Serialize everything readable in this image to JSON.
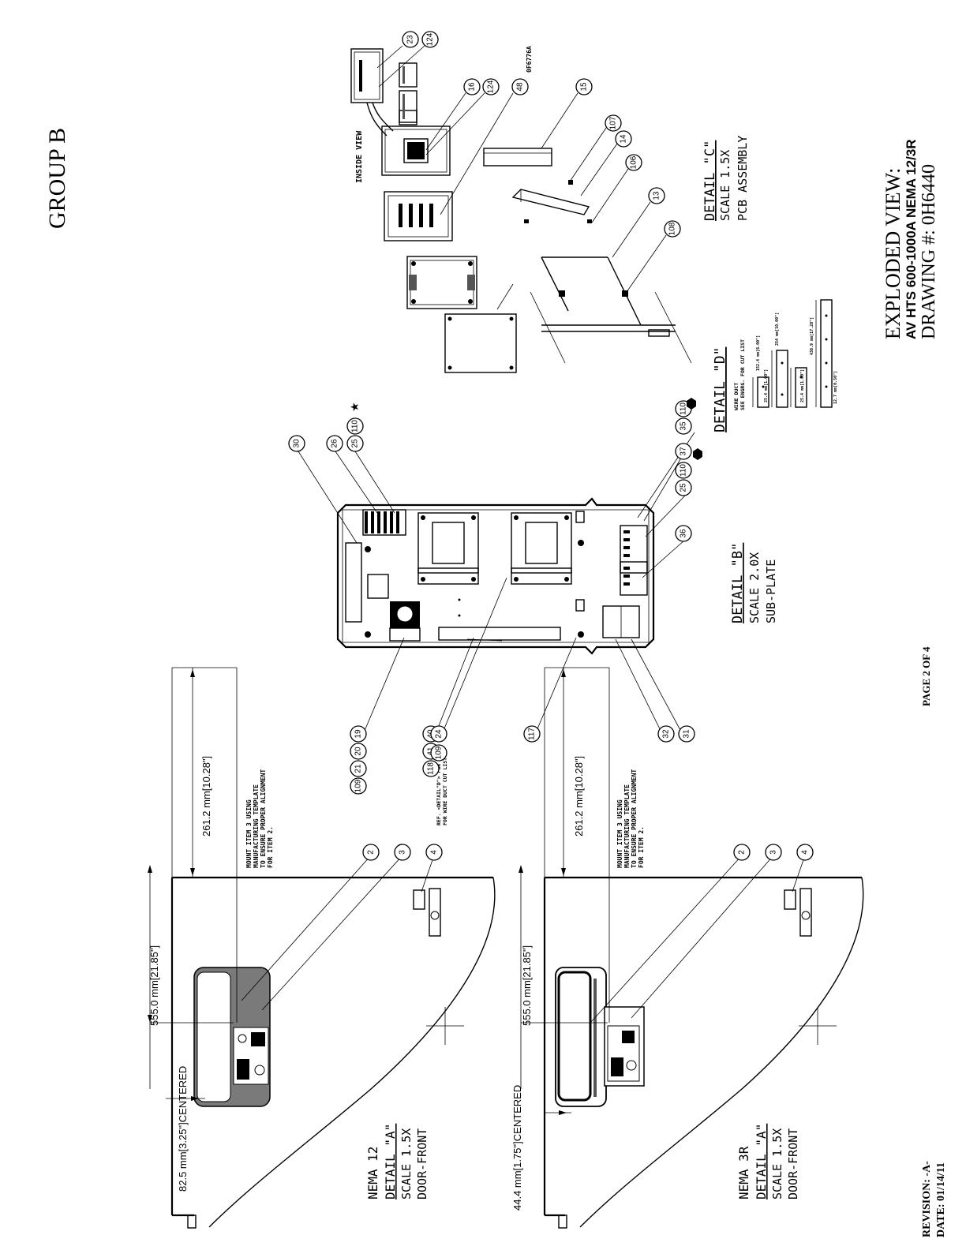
{
  "sheet": {
    "group": "GROUP B",
    "page": "PAGE 2 OF 4",
    "revision": "REVISION: -A-",
    "date": "DATE:  01/14/11"
  },
  "title_block": {
    "line1": "EXPLODED VIEW:",
    "line2": "AV HTS 600-1000A NEMA 12/3R",
    "line3": "DRAWING #: 0H6440"
  },
  "detail_a_nema12": {
    "enclosure": "NEMA 12",
    "detail": "DETAIL \"A\"",
    "scale": "SCALE 1.5X",
    "view": "DOOR-FRONT",
    "dim_width": "555.0 mm[21.85\"]",
    "dim_offset": "82.5 mm[3.25\"]CENTERED",
    "dim_height": "261.2 mm[10.28\"]",
    "note": [
      "MOUNT ITEM 3 USING",
      "MANUFACTURING TEMPLATE",
      "TO ENSURE PROPER ALIGNMENT",
      "FOR ITEM 2."
    ],
    "balloons": [
      "2",
      "3",
      "4"
    ]
  },
  "detail_a_nema3r": {
    "enclosure": "NEMA 3R",
    "detail": "DETAIL \"A\"",
    "scale": "SCALE 1.5X",
    "view": "DOOR-FRONT",
    "dim_width": "555.0 mm[21.85\"]",
    "dim_offset": "44.4 mm[1.75\"]CENTERED",
    "dim_height": "261.2 mm[10.28\"]",
    "note": [
      "MOUNT ITEM 3 USING",
      "MANUFACTURING TEMPLATE",
      "TO ENSURE PROPER ALIGNMENT",
      "FOR ITEM 2."
    ],
    "balloons": [
      "2",
      "3",
      "4"
    ]
  },
  "detail_b": {
    "detail": "DETAIL \"B\"",
    "scale": "SCALE 2.0X",
    "view": "SUB-PLATE",
    "ref_note": [
      "REF. <DETAIL\"D\"> FOR",
      "FOR WIRE DUCT CUT LIST"
    ],
    "balloons_top": [
      "30",
      "26",
      "25",
      "110"
    ],
    "balloons_right": [
      "35",
      "110",
      "37",
      "25",
      "110",
      "36"
    ],
    "balloons_left": [
      "19",
      "20",
      "21",
      "109",
      "40",
      "41",
      "118",
      "24",
      "109",
      "117",
      "32",
      "31"
    ]
  },
  "detail_c": {
    "detail": "DETAIL \"C\"",
    "scale": "SCALE 1.5X",
    "view": "PCB ASSEMBLY",
    "inside_view": "INSIDE VIEW",
    "part_ref": "0F6776A",
    "balloons": [
      "23",
      "124",
      "16",
      "124",
      "48",
      "15",
      "107",
      "14",
      "106",
      "13",
      "108"
    ]
  },
  "detail_d": {
    "detail": "DETAIL \"D\"",
    "note": [
      "WIRE DUCT",
      "SEE ENGRG. FOR CUT LIST"
    ],
    "dims": [
      "152.4 mm[6.00\"]",
      "25.4 mm[1.00\"]",
      "254 mm[10.00\"]",
      "25.4 mm[1.00\"]",
      "438.9 mm[17.28\"]",
      "12.7 mm[0.50\"]"
    ]
  }
}
